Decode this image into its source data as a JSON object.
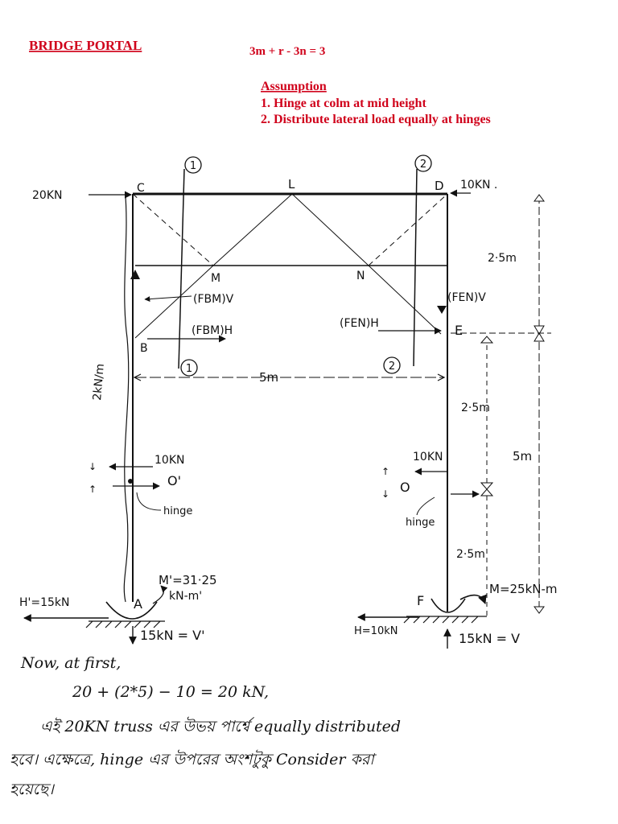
{
  "header": {
    "title": "BRIDGE PORTAL",
    "formula": "3m + r - 3n = 3",
    "assumption_heading": "Assumption",
    "assumption_1": "1. Hinge at colm at mid height",
    "assumption_2": "2. Distribute lateral load equally at hinges"
  },
  "diagram": {
    "node_c": "C",
    "node_l": "L",
    "node_d": "D",
    "node_m": "M",
    "node_n": "N",
    "node_b": "B",
    "node_e": "E",
    "node_a": "A",
    "node_f": "F",
    "node_o_left": "O'",
    "node_o_right": "O",
    "load_left": "20KN",
    "load_right": "10KN .",
    "section_top_left": "1",
    "section_bottom_left": "1",
    "section_top_right": "2",
    "section_bottom_right": "2",
    "dist_load": "2kN/m",
    "dim_25_top": "2·5m",
    "dim_5_span": "5m",
    "dim_25_mid": "2·5m",
    "dim_5_col": "5m",
    "dim_25_bot": "2·5m",
    "force_fbm_v": "(FBM)V",
    "force_fbm_h": "(FBM)H",
    "force_fen_v": "(FEN)V",
    "force_fen_h": "(FEN)H",
    "hinge_left_shear": "10KN",
    "hinge_right_shear": "10KN",
    "hinge_left_label": "hinge",
    "hinge_right_label": "hinge",
    "moment_left": "M'=31·25",
    "moment_left_unit": "kN-m'",
    "moment_right": "M=25kN-m",
    "reaction_h_left": "H'=15kN",
    "reaction_h_right": "H=10kN",
    "reaction_v_left": "15kN = V'",
    "reaction_v_right": "15kN = V"
  },
  "notes": {
    "line1": "Now, at first,",
    "line2": "20 + (2*5) − 10  =  20 kN,",
    "line3": "এই 20KN truss এর উভয় পার্শ্বে equally distributed",
    "line4": "হবে।  এক্ষেত্রে, hinge এর উপরের অংশটুকু Consider করা",
    "line5": "হয়েছে।"
  }
}
